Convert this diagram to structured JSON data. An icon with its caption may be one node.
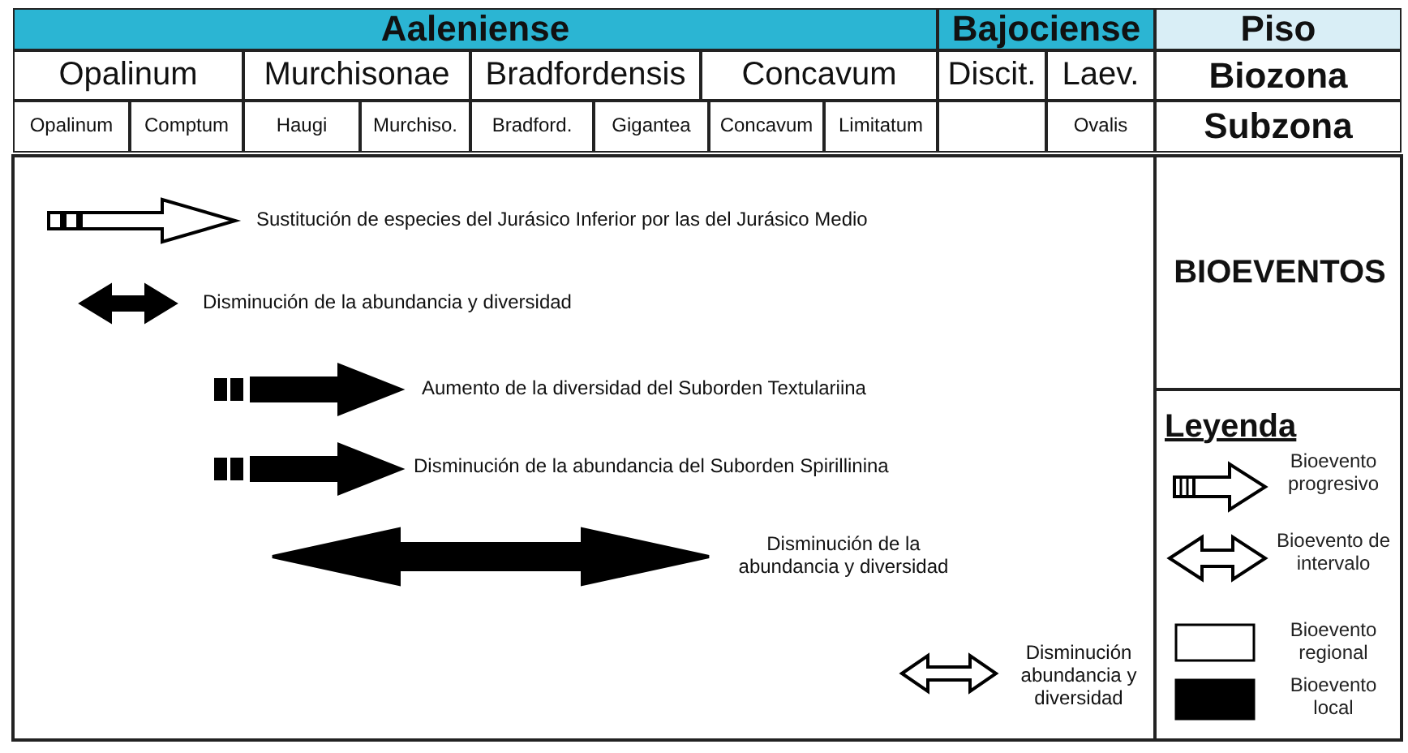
{
  "diagram": {
    "labels": [
      "Aaleniense",
      "Bajociense",
      "Piso",
      "Opalinum",
      "Murchisonae",
      "Bradfordensis",
      "Concavum",
      "Discit.",
      "Laev.",
      "Biozona",
      "Opalinum",
      "Comptum",
      "Haugi",
      "Murchiso.",
      "Bradford.",
      "Gigantea",
      "Concavum",
      "Limitatum",
      "Ovalis",
      "Subzona",
      "Sustitución de especies del Jurásico Inferior por las del Jurásico Medio",
      "BIOEVENTOS",
      "Disminución de la abundancia y diversidad",
      "Aumento de la diversidad del Suborden Textulariina",
      "Leyenda",
      "Disminución de la abundancia del Suborden Spirillinina",
      "Disminución de la abundancia y diversidad",
      "Disminución abundancia y diversidad"
    ],
    "legend": [
      {
        "text": "Bioevento progresivo"
      },
      {
        "text": "Bioevento de intervalo"
      },
      {
        "text": "Bioevento regional",
        "color": "#ffffff"
      },
      {
        "text": "Bioevento local",
        "color": "#000000"
      }
    ]
  }
}
